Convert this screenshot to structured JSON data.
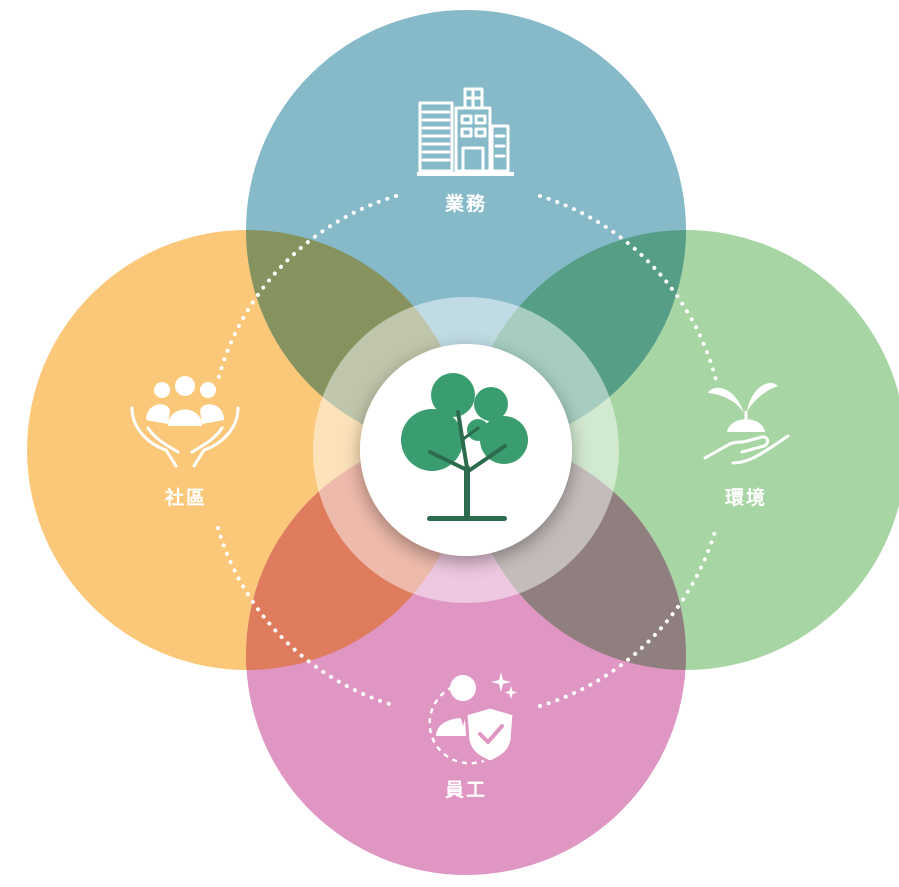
{
  "diagram": {
    "center": {
      "icon": "tree-icon"
    },
    "pillars": [
      {
        "id": "business",
        "label": "業務",
        "icon": "office-building-icon",
        "color": "#86bac9"
      },
      {
        "id": "environment",
        "label": "環境",
        "icon": "plant-in-hand-icon",
        "color": "#a8d5a4"
      },
      {
        "id": "employees",
        "label": "員工",
        "icon": "employee-shield-icon",
        "color": "#df96c3"
      },
      {
        "id": "community",
        "label": "社區",
        "icon": "people-in-hands-icon",
        "color": "#fbc87a"
      }
    ],
    "colors": {
      "tree": "#3a9d6f",
      "tree_trunk": "#2c6b4d",
      "overlap_business_environment": "#579e87",
      "overlap_business_community": "#87935e",
      "overlap_employees_environment": "#8f7f7e",
      "overlap_employees_community": "#df7c5e"
    }
  }
}
